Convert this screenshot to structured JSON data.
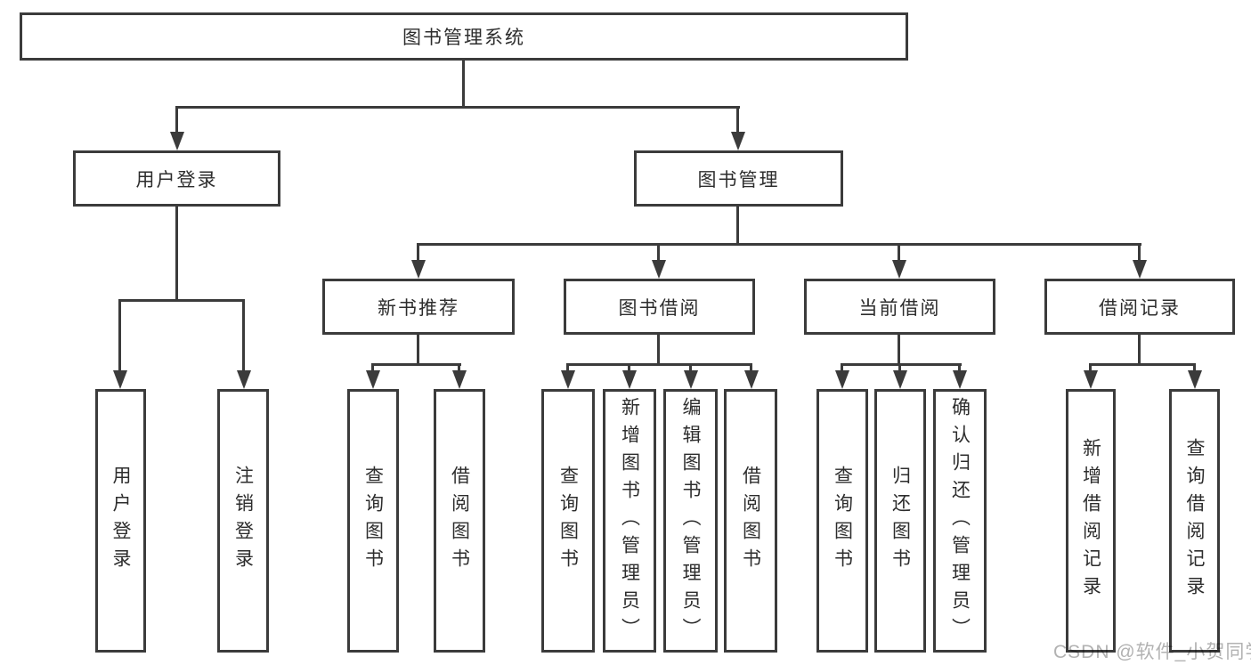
{
  "diagram": {
    "title": "图书管理系统",
    "nodes": {
      "root": "图书管理系统",
      "user_login": "用户登录",
      "book_mgmt": "图书管理",
      "new_book_rec": "新书推荐",
      "book_borrow": "图书借阅",
      "current_borrow": "当前借阅",
      "borrow_records": "借阅记录",
      "leaf_user_login": "用户登录",
      "leaf_logout": "注销登录",
      "leaf_rec_query": "查询图书",
      "leaf_rec_borrow": "借阅图书",
      "leaf_bb_query": "查询图书",
      "leaf_bb_add": "新增图书（管理员）",
      "leaf_bb_edit": "编辑图书（管理员）",
      "leaf_bb_borrow": "借阅图书",
      "leaf_cb_query": "查询图书",
      "leaf_cb_return": "归还图书",
      "leaf_cb_confirm": "确认归还（管理员）",
      "leaf_br_add": "新增借阅记录",
      "leaf_br_query": "查询借阅记录"
    },
    "colors": {
      "line": "#3b3b3b",
      "text": "#2d2d2d",
      "box_bg": "#ffffff",
      "watermark": "#b2b2b2"
    }
  },
  "watermark": {
    "text": "CSDN @软件_小贺同学"
  }
}
